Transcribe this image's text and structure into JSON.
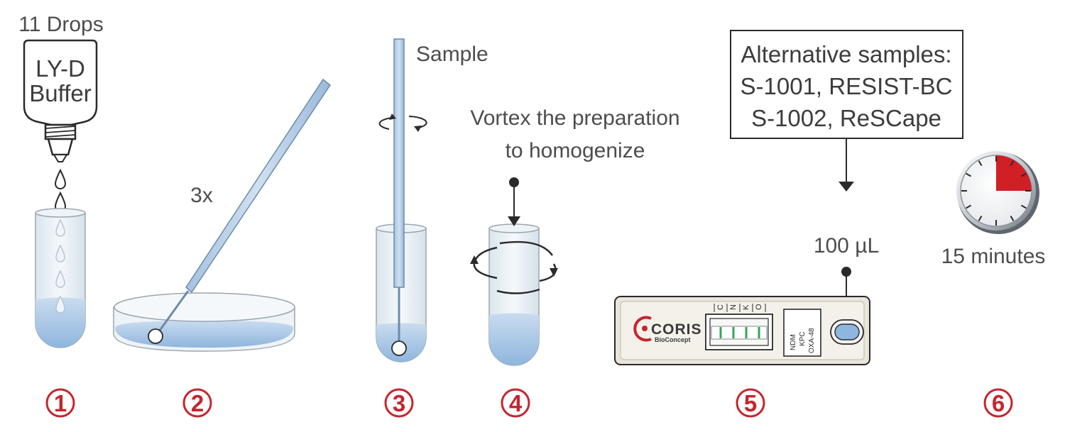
{
  "bottle": {
    "drops_label": "11 Drops",
    "line1": "LY-D",
    "line2": "Buffer"
  },
  "step2": {
    "repeat": "3x"
  },
  "step3": {
    "swab_label": "Sample"
  },
  "step4": {
    "line1": "Vortex the preparation",
    "line2": "to homogenize"
  },
  "alt_box": {
    "line1": "Alternative samples:",
    "line2": "S-1001, RESIST-BC",
    "line3": "S-1002, ReSCape"
  },
  "step5": {
    "volume": "100 µL"
  },
  "cassette": {
    "brand": "CORIS",
    "brand_sub": "BioConcept",
    "strip_letters": [
      "C",
      "N",
      "K",
      "O"
    ],
    "targets": [
      "NDM",
      "KPC",
      "OXA-48"
    ]
  },
  "step6": {
    "time": "15 minutes",
    "timer_fraction": 0.25
  },
  "steps": [
    "1",
    "2",
    "3",
    "4",
    "5",
    "6"
  ],
  "colors": {
    "liquid": "#a9c9e8",
    "accent": "#c4262e",
    "outline": "#2a2a2a",
    "strip_line": "#3aa35a"
  }
}
